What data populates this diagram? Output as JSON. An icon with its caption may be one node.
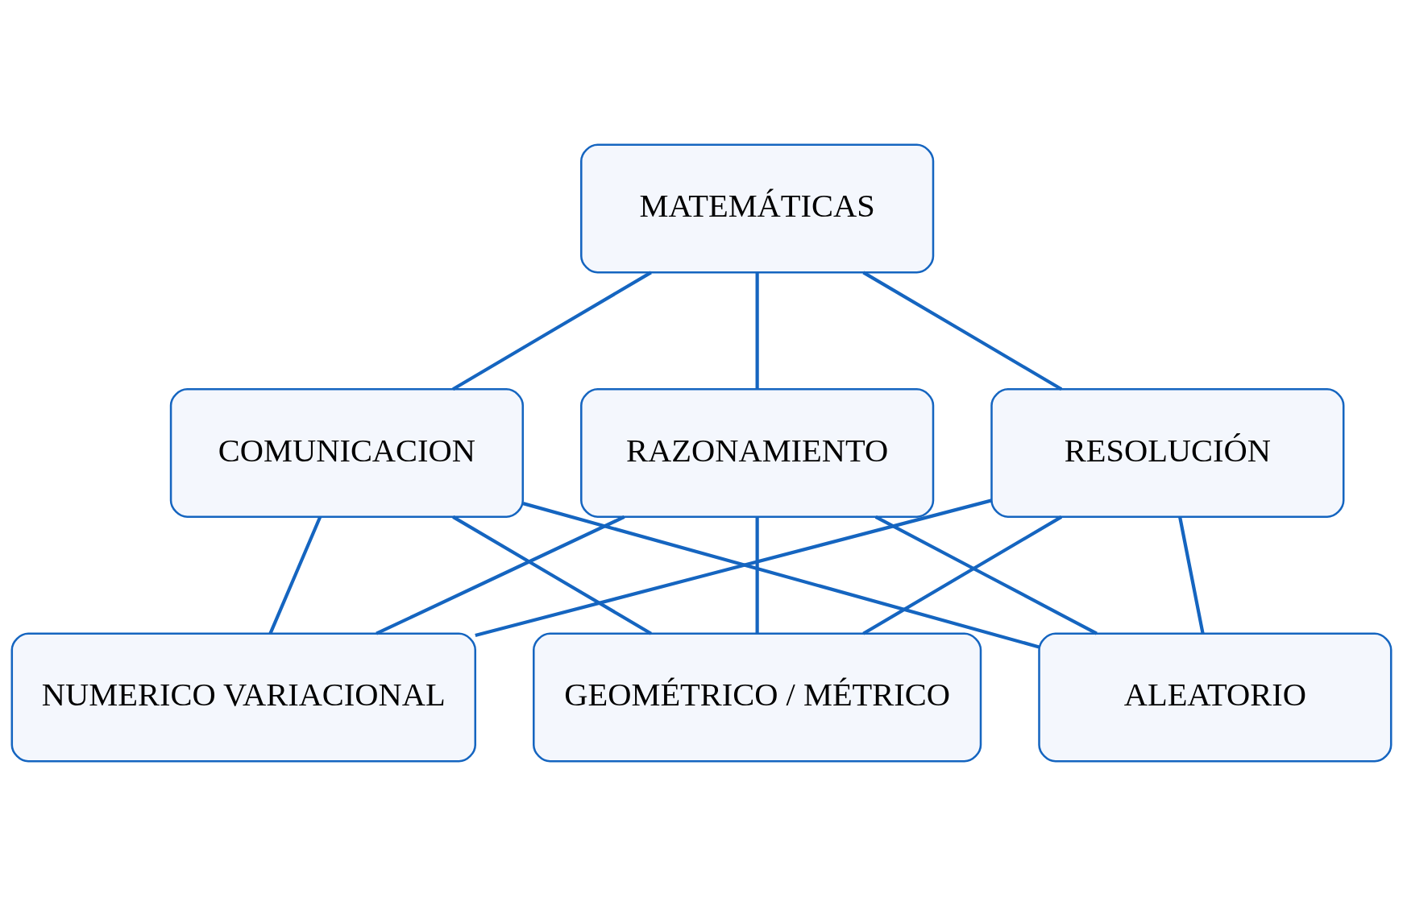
{
  "diagram": {
    "nodes": [
      {
        "text": [
          "MATEMÁTICAS"
        ]
      },
      {
        "text": [
          "COMUNICACION"
        ]
      },
      {
        "text": [
          "RAZONAMIENTO"
        ]
      },
      {
        "text": [
          "RESOLUCIÓN"
        ]
      },
      {
        "text": [
          "NUMERICO VARIACIONAL"
        ]
      },
      {
        "text": [
          "GEOMÉTRICO / MÉTRICO"
        ]
      },
      {
        "text": [
          "ALEATORIO"
        ]
      }
    ],
    "edges": [
      {
        "from": 0,
        "to": 1,
        "arrow": "none"
      },
      {
        "from": 0,
        "to": 2,
        "arrow": "none"
      },
      {
        "from": 0,
        "to": 3,
        "arrow": "none"
      },
      {
        "from": 1,
        "to": 4,
        "arrow": "none"
      },
      {
        "from": 1,
        "to": 5,
        "arrow": "none"
      },
      {
        "from": 1,
        "to": 6,
        "arrow": "none"
      },
      {
        "from": 2,
        "to": 4,
        "arrow": "none"
      },
      {
        "from": 2,
        "to": 5,
        "arrow": "none"
      },
      {
        "from": 2,
        "to": 6,
        "arrow": "none"
      },
      {
        "from": 3,
        "to": 4,
        "arrow": "none"
      },
      {
        "from": 3,
        "to": 5,
        "arrow": "none"
      },
      {
        "from": 3,
        "to": 6,
        "arrow": "none"
      }
    ]
  }
}
